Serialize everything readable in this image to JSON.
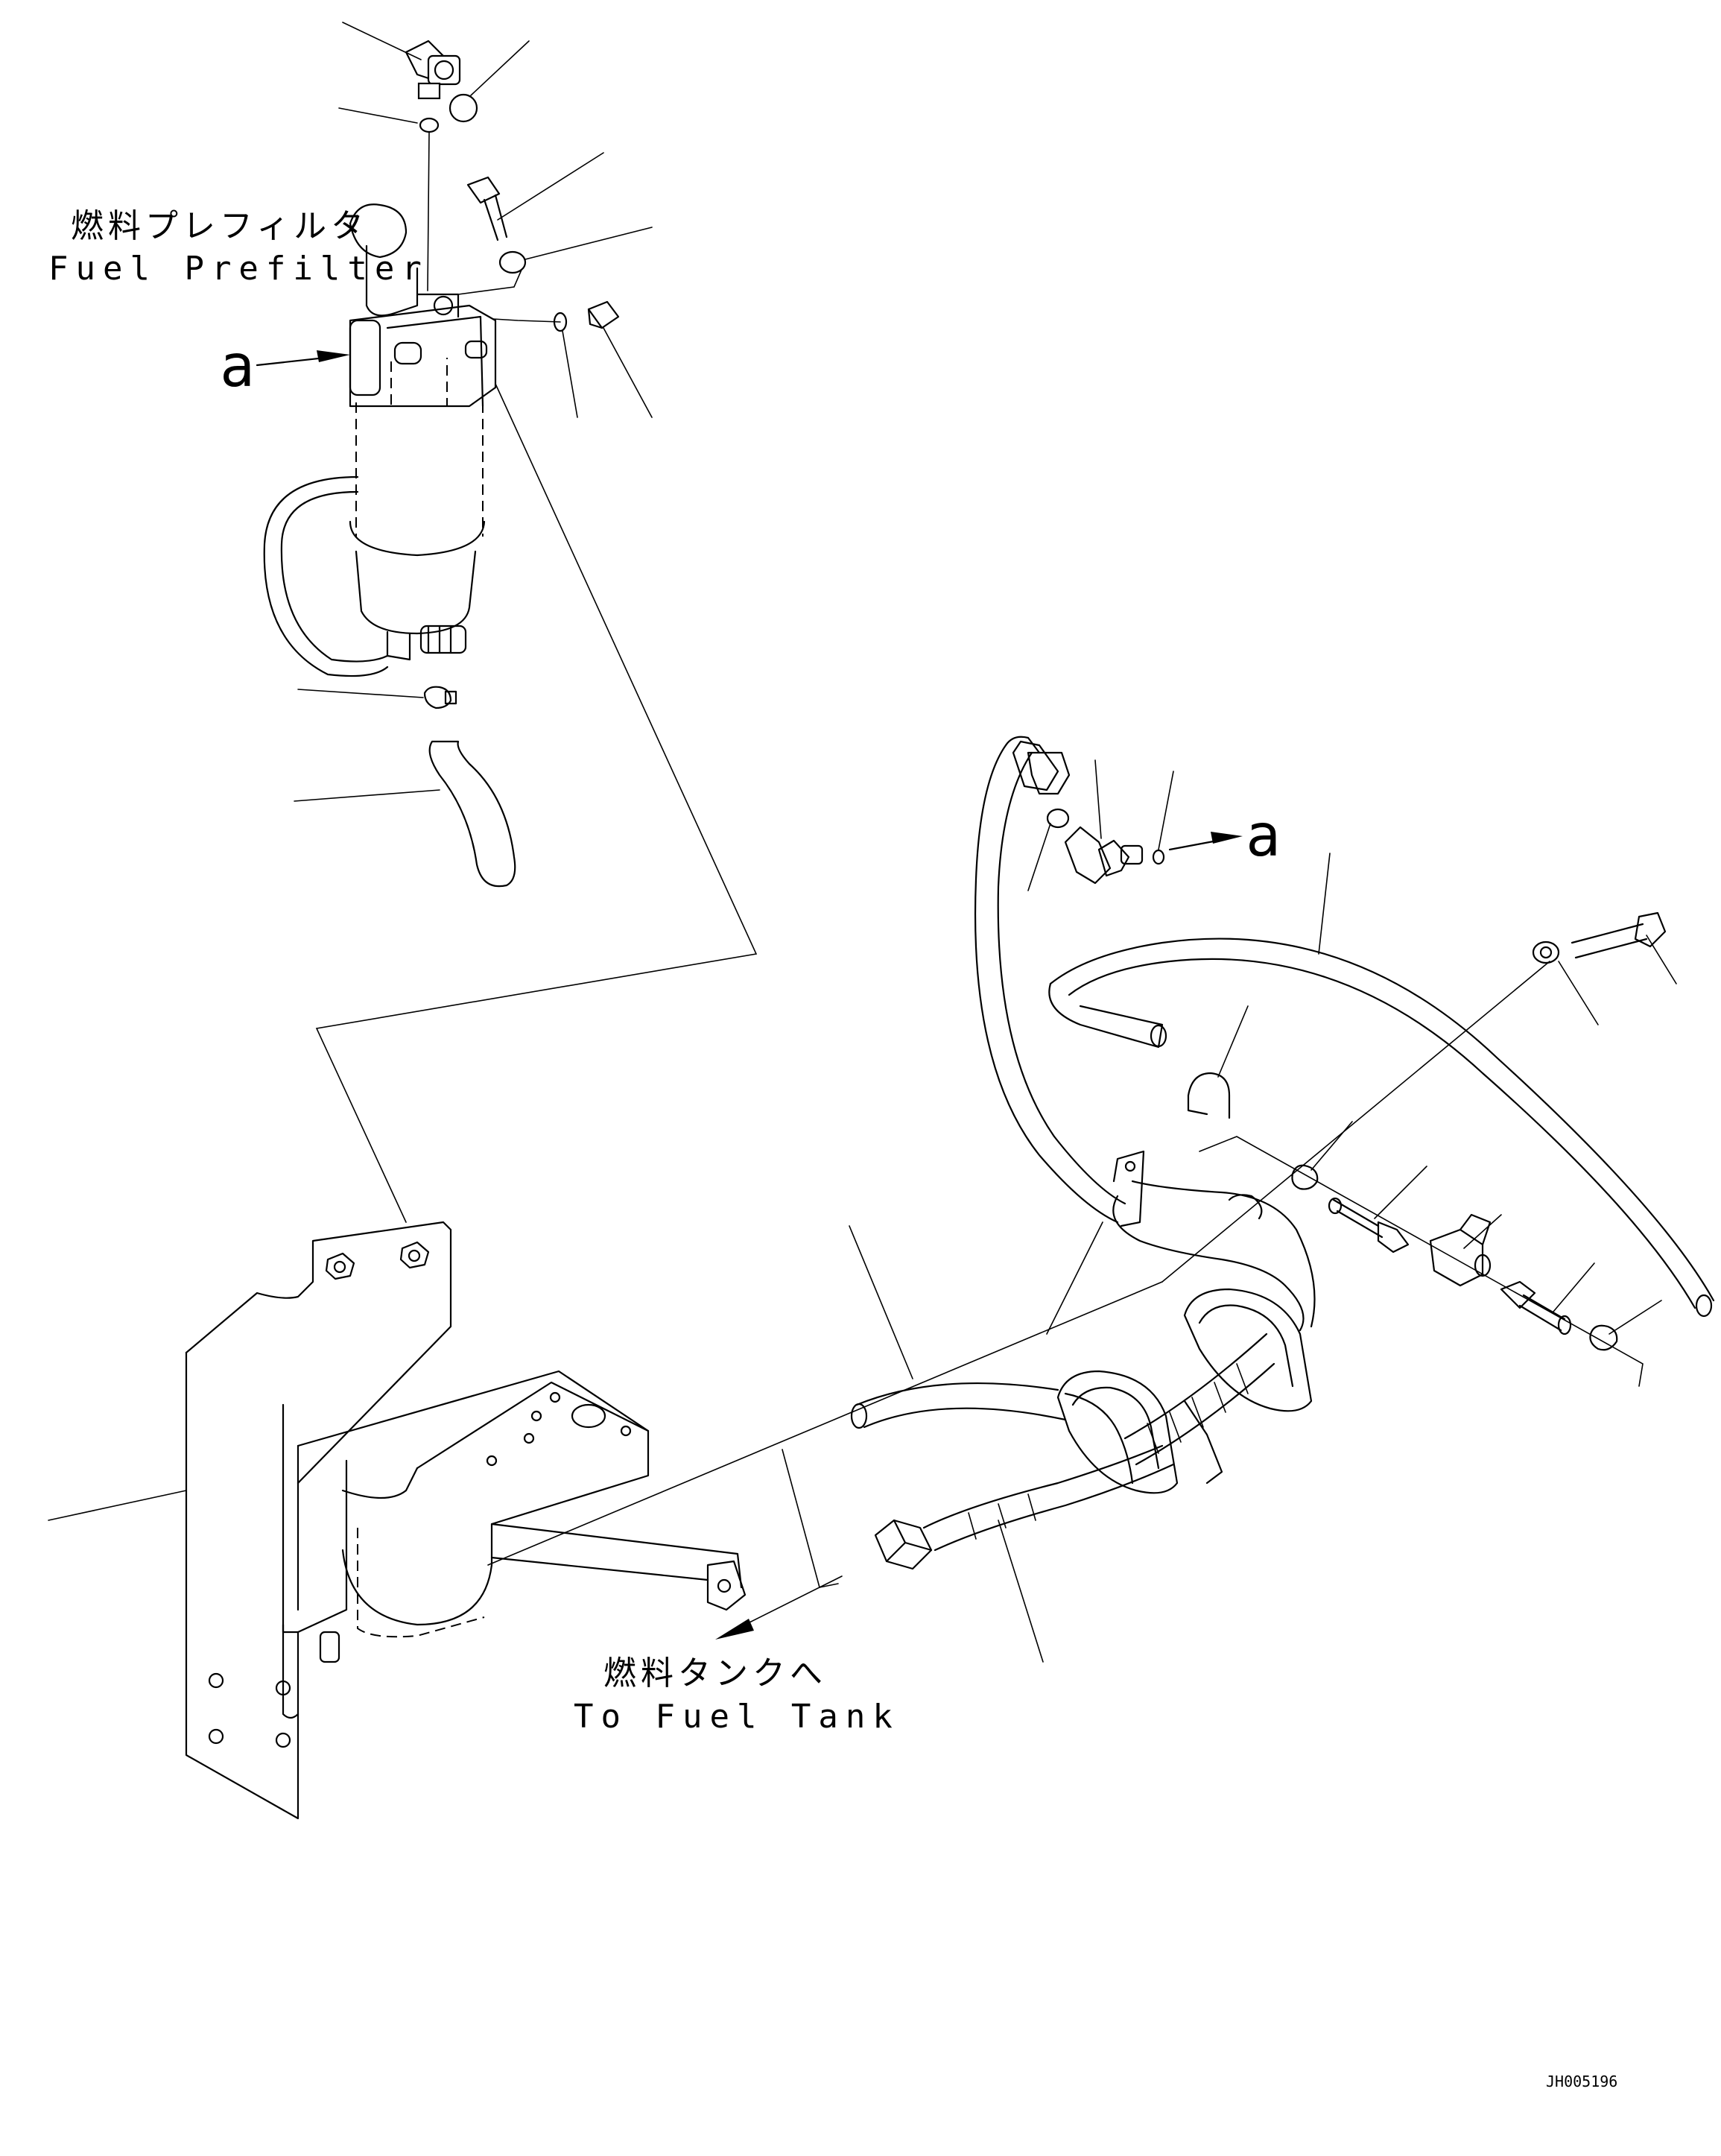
{
  "labels": {
    "prefilter_jp": "燃料プレフィルタ",
    "prefilter_en": "Fuel Prefilter",
    "view_a_left": "a",
    "view_a_right": "a",
    "tank_jp": "燃料タンクへ",
    "tank_en": "To Fuel Tank",
    "drawing_id": "JH005196"
  }
}
